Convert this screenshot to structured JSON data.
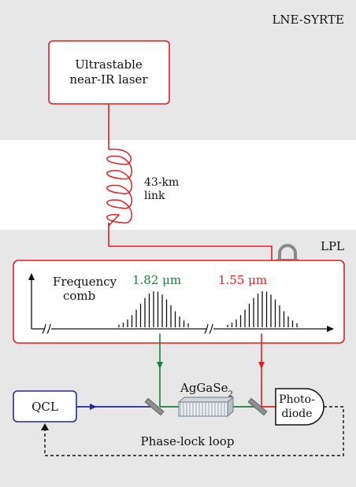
{
  "sites": {
    "top": "LNE-SYRTE",
    "bottom": "LPL"
  },
  "laser": {
    "line1": "Ultrastable",
    "line2": "near-IR laser"
  },
  "link": {
    "line1": "43-km",
    "line2": "link"
  },
  "comb": {
    "label_line1": "Frequency",
    "label_line2": "comb",
    "green_wavelength": "1.82 μm",
    "red_wavelength": "1.55 μm"
  },
  "crystal": {
    "name": "AgGaSe",
    "subscript": "2"
  },
  "qcl": "QCL",
  "photodiode": {
    "line1": "Photo-",
    "line2": "diode"
  },
  "phase_lock": "Phase-lock loop",
  "colors": {
    "gray_background": "#e7e7e7",
    "red": "#e31e24",
    "green": "#1a7f3a",
    "blue": "#2a2a8c",
    "black": "#111111",
    "lock": "#8a8a8a"
  },
  "icons": {
    "lock": "padlock-icon"
  }
}
